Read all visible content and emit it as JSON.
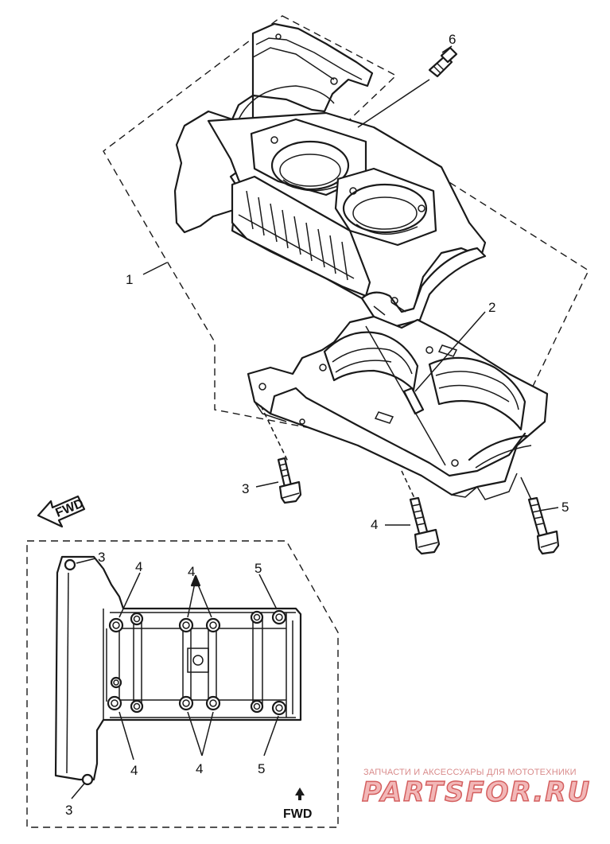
{
  "callouts": {
    "part_1": "1",
    "part_2": "2",
    "part_3": "3",
    "part_4": "4",
    "part_5": "5",
    "part_6": "6",
    "inset_3_top": "3",
    "inset_4_top_left": "4",
    "inset_4_top_mid": "4",
    "inset_5_top": "5",
    "inset_4_bottom_left": "4",
    "inset_4_bottom_mid": "4",
    "inset_5_bottom": "5",
    "inset_3_bottom": "3"
  },
  "fwd_labels": {
    "main": "FWD",
    "inset": "FWD"
  },
  "watermark": {
    "caption": "ЗАПЧАСТИ И АКСЕССУАРЫ ДЛЯ МОТОТЕХНИКИ",
    "logo": "PARTSFOR.RU"
  },
  "colors": {
    "ink": "#1a1a1a",
    "watermark_red": "#d45f5f"
  }
}
